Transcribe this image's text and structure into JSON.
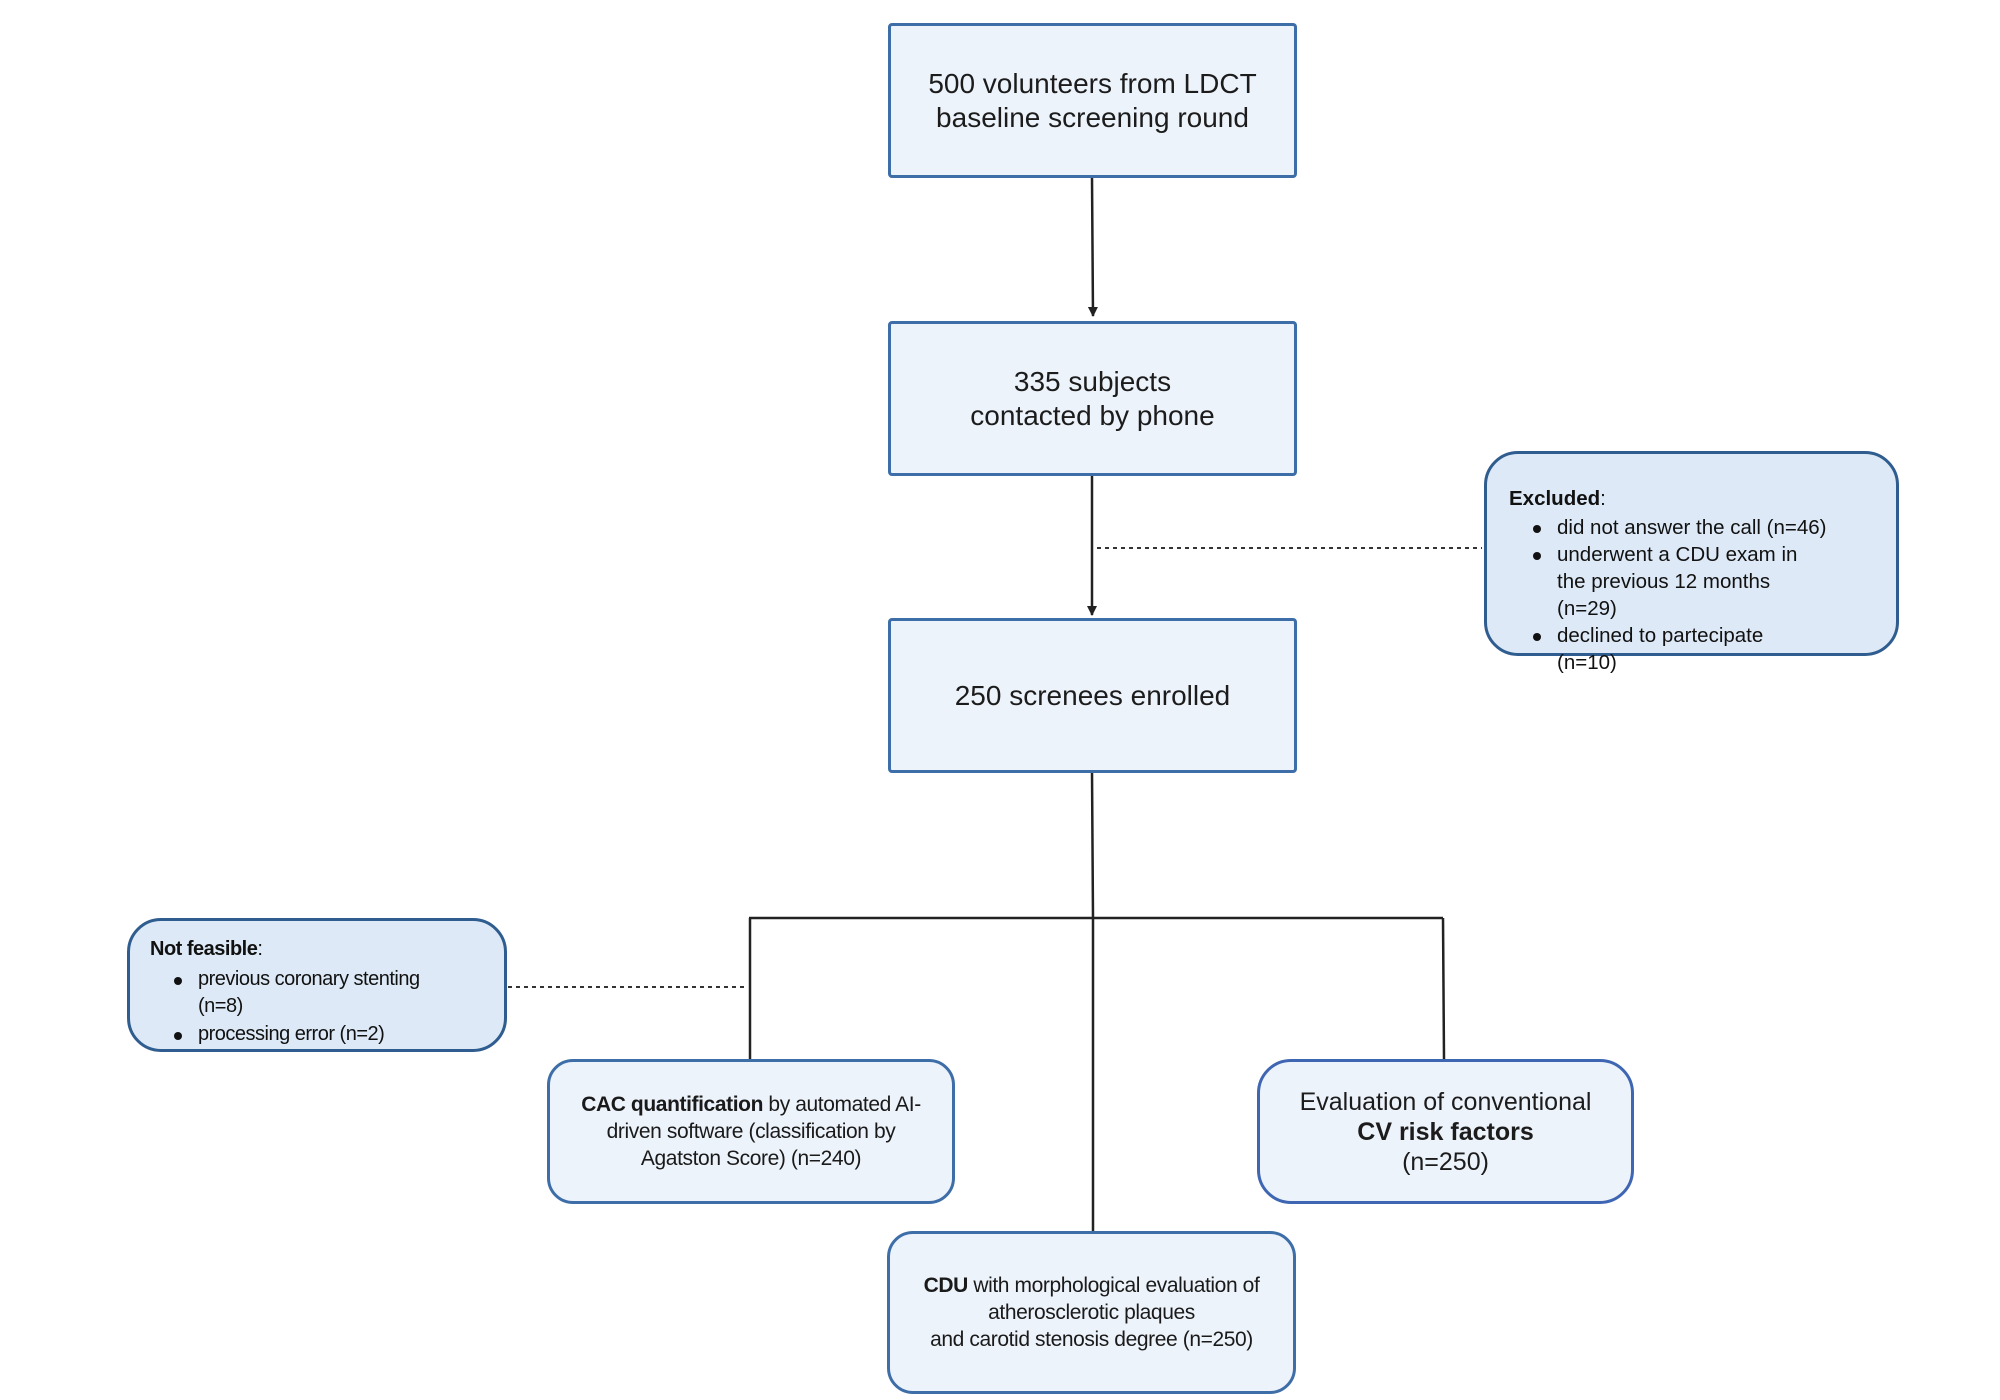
{
  "nodes": {
    "volunteers": {
      "line1": "500 volunteers from LDCT",
      "line2": "baseline screening round"
    },
    "contacted": {
      "line1": "335 subjects",
      "line2": "contacted by phone"
    },
    "enrolled": {
      "text": "250 screnees enrolled"
    },
    "cac": {
      "bold": "CAC quantification",
      "rest": " by automated AI-driven software (classification by Agatston Score) (n=240)"
    },
    "cdu": {
      "bold": "CDU",
      "rest_line1": " with morphological evaluation of atherosclerotic plaques",
      "rest_line2": "and carotid stenosis degree (n=250)"
    },
    "cv": {
      "line1": "Evaluation of conventional",
      "bold": "CV risk factors",
      "line3": "(n=250)"
    }
  },
  "excluded": {
    "title": "Excluded",
    "colon": ":",
    "items": [
      {
        "lines": [
          "did not answer the call (n=46)"
        ]
      },
      {
        "lines": [
          "underwent a CDU exam in",
          "the previous 12 months",
          "(n=29)"
        ]
      },
      {
        "lines": [
          "declined to partecipate",
          "(n=10)"
        ]
      }
    ]
  },
  "not_feasible": {
    "title": "Not feasible",
    "colon": ":",
    "items": [
      {
        "lines": [
          "previous coronary stenting",
          "(n=8)"
        ]
      },
      {
        "lines": [
          "processing error (n=2)"
        ]
      }
    ]
  },
  "colors": {
    "box_fill": "#edf3fb",
    "box_border": "#3e6ea8",
    "note_fill": "#dde9f6",
    "note_border": "#2f5d8f",
    "connector": "#222222"
  }
}
